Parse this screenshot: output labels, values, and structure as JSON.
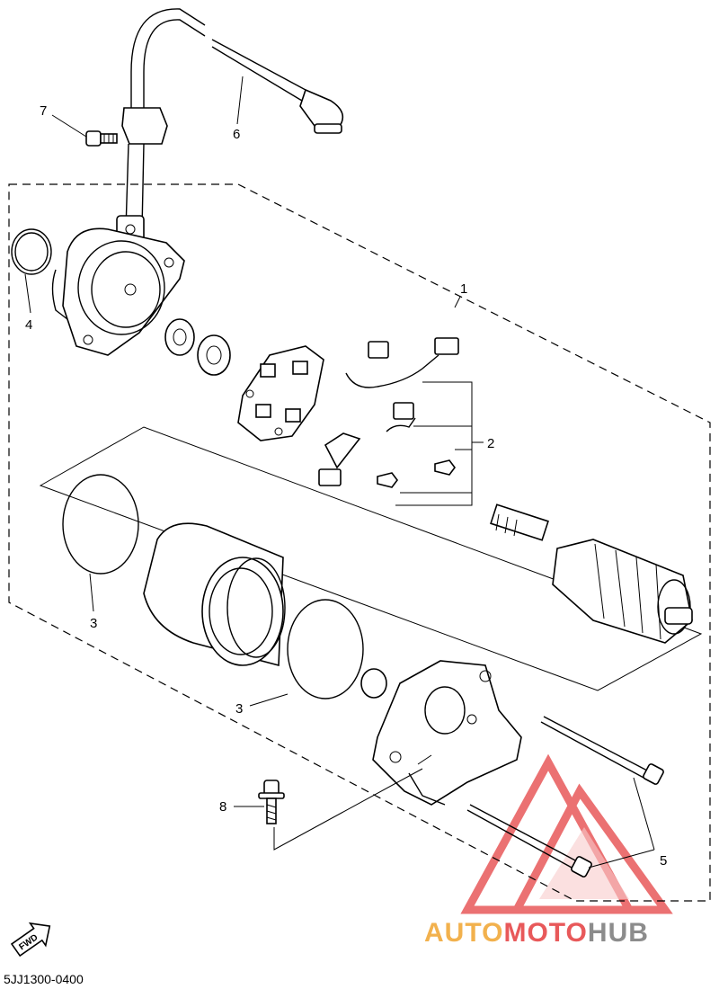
{
  "diagram": {
    "drawing_code": "5JJ1300-0400",
    "direction_badge": "FWD",
    "callouts": [
      {
        "id": "c1",
        "label": "1"
      },
      {
        "id": "c2",
        "label": "2"
      },
      {
        "id": "c3a",
        "label": "3"
      },
      {
        "id": "c3b",
        "label": "3"
      },
      {
        "id": "c4",
        "label": "4"
      },
      {
        "id": "c5",
        "label": "5"
      },
      {
        "id": "c6",
        "label": "6"
      },
      {
        "id": "c7",
        "label": "7"
      },
      {
        "id": "c8",
        "label": "8"
      }
    ]
  },
  "watermark": {
    "part_a": "AUTO",
    "part_b": "MOTO",
    "part_c": "HUB",
    "colors": {
      "primary": "#e8595a",
      "secondary": "#f2b14d",
      "tertiary": "#8c8c8c"
    }
  }
}
